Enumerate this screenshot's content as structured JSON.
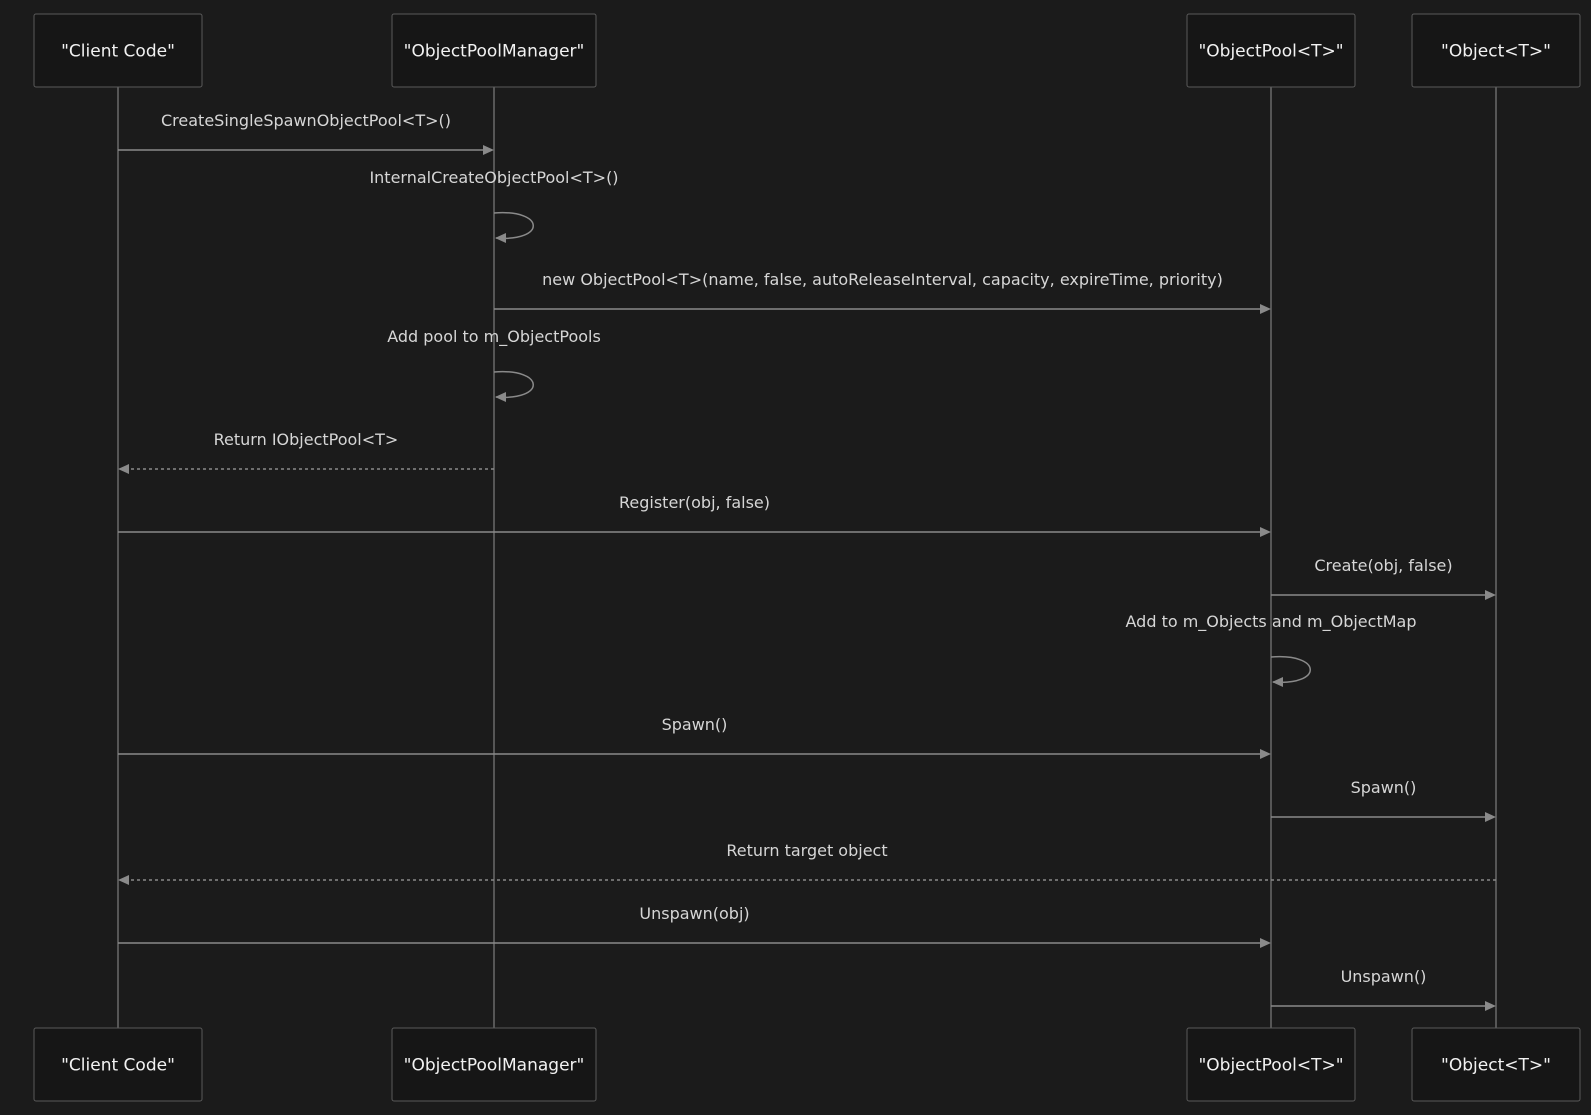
{
  "participants": [
    {
      "id": "client",
      "label": "\"Client Code\""
    },
    {
      "id": "manager",
      "label": "\"ObjectPoolManager\""
    },
    {
      "id": "pool",
      "label": "\"ObjectPool<T>\""
    },
    {
      "id": "object",
      "label": "\"Object<T>\""
    }
  ],
  "messages": [
    {
      "from": "client",
      "to": "manager",
      "label": "CreateSingleSpawnObjectPool<T>()",
      "style": "solid"
    },
    {
      "from": "manager",
      "to": "manager",
      "label": "InternalCreateObjectPool<T>()",
      "style": "solid"
    },
    {
      "from": "manager",
      "to": "pool",
      "label": "new ObjectPool<T>(name, false, autoReleaseInterval, capacity, expireTime, priority)",
      "style": "solid"
    },
    {
      "from": "manager",
      "to": "manager",
      "label": "Add pool to m_ObjectPools",
      "style": "solid"
    },
    {
      "from": "manager",
      "to": "client",
      "label": "Return IObjectPool<T>",
      "style": "dashed"
    },
    {
      "from": "client",
      "to": "pool",
      "label": "Register(obj, false)",
      "style": "solid"
    },
    {
      "from": "pool",
      "to": "object",
      "label": "Create(obj, false)",
      "style": "solid"
    },
    {
      "from": "pool",
      "to": "pool",
      "label": "Add to m_Objects and m_ObjectMap",
      "style": "solid"
    },
    {
      "from": "client",
      "to": "pool",
      "label": "Spawn()",
      "style": "solid"
    },
    {
      "from": "pool",
      "to": "object",
      "label": "Spawn()",
      "style": "solid"
    },
    {
      "from": "object",
      "to": "client",
      "label": "Return target object",
      "style": "dashed"
    },
    {
      "from": "client",
      "to": "pool",
      "label": "Unspawn(obj)",
      "style": "solid"
    },
    {
      "from": "pool",
      "to": "object",
      "label": "Unspawn()",
      "style": "solid"
    }
  ]
}
